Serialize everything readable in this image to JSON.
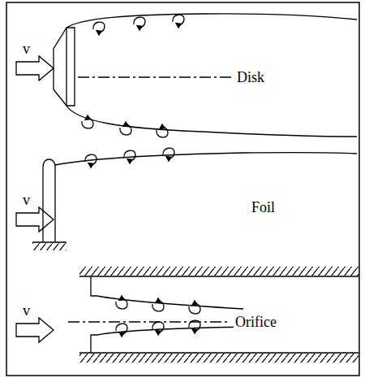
{
  "diagram": {
    "labels": [
      "v",
      "Disk",
      "v",
      "Foil",
      "v",
      "Orifice"
    ]
  }
}
